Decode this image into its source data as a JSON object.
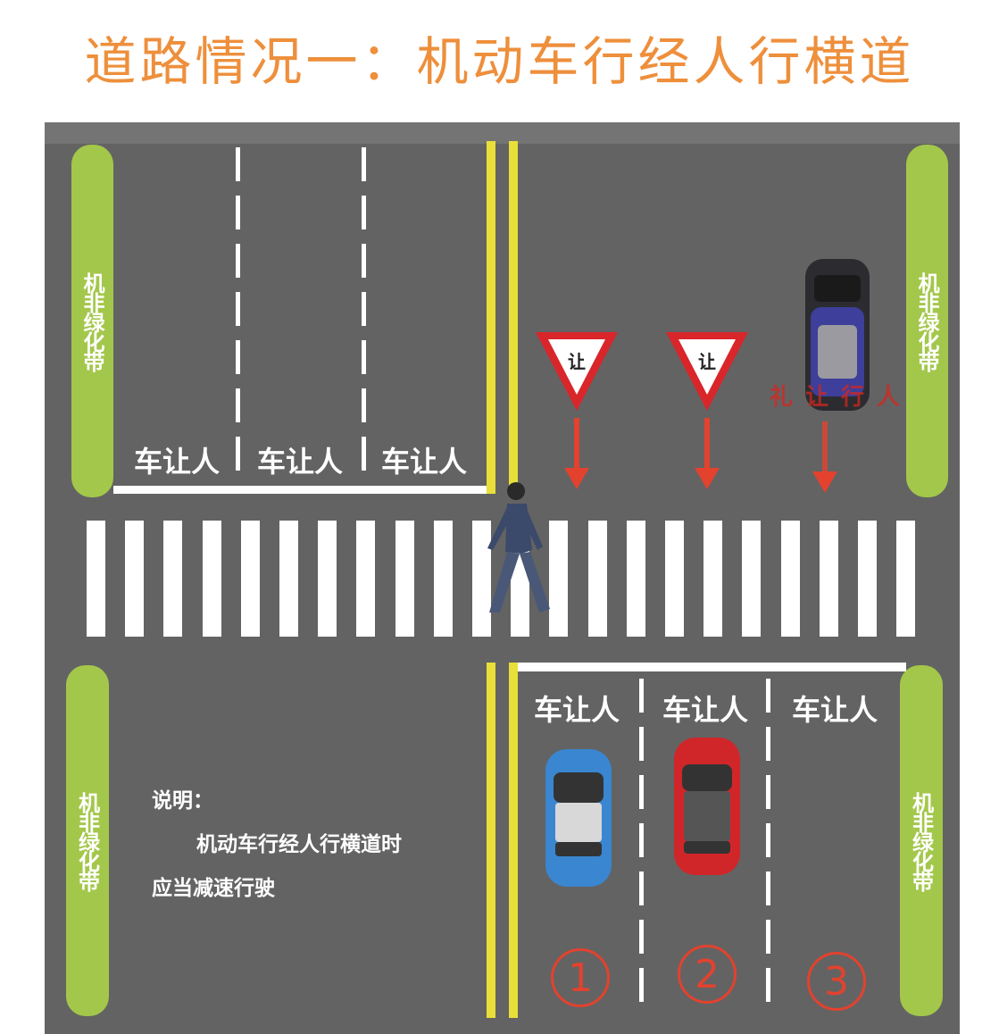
{
  "title": "道路情况一：机动车行经人行横道",
  "green_belt_label": "机非绿化带",
  "lane_labels_top": [
    "车让人",
    "车让人",
    "车让人"
  ],
  "lane_labels_bottom": [
    "车让人",
    "车让人",
    "车让人"
  ],
  "yield_sign_text": "让",
  "faded_car_text": "礼让行人",
  "note": {
    "heading": "说明：",
    "line1": "机动车行经人行横道时",
    "line2": "应当减速行驶"
  },
  "lane_numbers": [
    "1",
    "2",
    "3"
  ],
  "colors": {
    "title": "#ee8f3c",
    "road": "#636363",
    "green_belt": "#a3c74b",
    "yellow_line": "#e8df3a",
    "red": "#e2422e"
  }
}
